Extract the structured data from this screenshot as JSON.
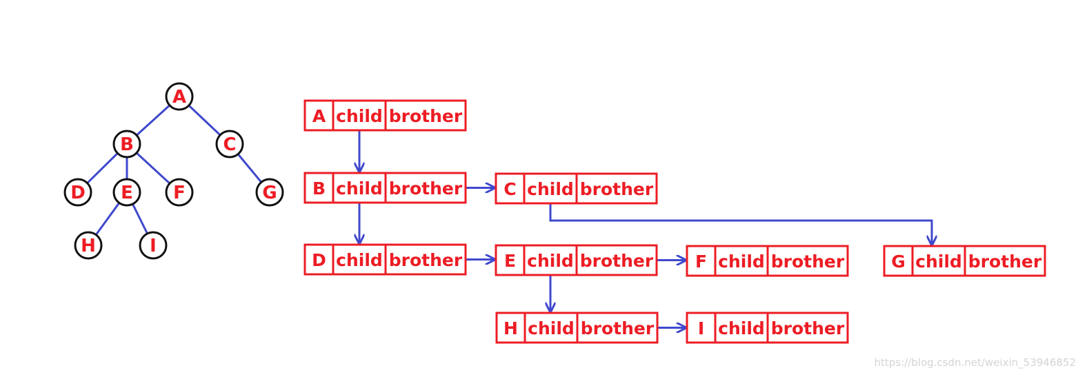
{
  "tree": {
    "nodes": [
      {
        "id": "A",
        "label": "A"
      },
      {
        "id": "B",
        "label": "B"
      },
      {
        "id": "C",
        "label": "C"
      },
      {
        "id": "D",
        "label": "D"
      },
      {
        "id": "E",
        "label": "E"
      },
      {
        "id": "F",
        "label": "F"
      },
      {
        "id": "G",
        "label": "G"
      },
      {
        "id": "H",
        "label": "H"
      },
      {
        "id": "I",
        "label": "I"
      }
    ],
    "edges": [
      [
        "A",
        "B"
      ],
      [
        "A",
        "C"
      ],
      [
        "B",
        "D"
      ],
      [
        "B",
        "E"
      ],
      [
        "B",
        "F"
      ],
      [
        "C",
        "G"
      ],
      [
        "E",
        "H"
      ],
      [
        "E",
        "I"
      ]
    ]
  },
  "records": {
    "child_label": "child",
    "brother_label": "brother",
    "items": [
      {
        "id": "A",
        "label": "A"
      },
      {
        "id": "B",
        "label": "B"
      },
      {
        "id": "C",
        "label": "C"
      },
      {
        "id": "D",
        "label": "D"
      },
      {
        "id": "E",
        "label": "E"
      },
      {
        "id": "F",
        "label": "F"
      },
      {
        "id": "G",
        "label": "G"
      },
      {
        "id": "H",
        "label": "H"
      },
      {
        "id": "I",
        "label": "I"
      }
    ],
    "links": [
      {
        "from": "A",
        "field": "child",
        "to": "B"
      },
      {
        "from": "B",
        "field": "brother",
        "to": "C"
      },
      {
        "from": "B",
        "field": "child",
        "to": "D"
      },
      {
        "from": "C",
        "field": "child",
        "to": "G"
      },
      {
        "from": "D",
        "field": "brother",
        "to": "E"
      },
      {
        "from": "E",
        "field": "brother",
        "to": "F"
      },
      {
        "from": "E",
        "field": "child",
        "to": "H"
      },
      {
        "from": "H",
        "field": "brother",
        "to": "I"
      }
    ]
  },
  "colors": {
    "node_text": "#ed1c24",
    "node_border": "#111111",
    "edge": "#3f48cc",
    "record_border": "#ed1c24",
    "arrow": "#3f48cc"
  },
  "watermark": "https://blog.csdn.net/weixin_53946852"
}
